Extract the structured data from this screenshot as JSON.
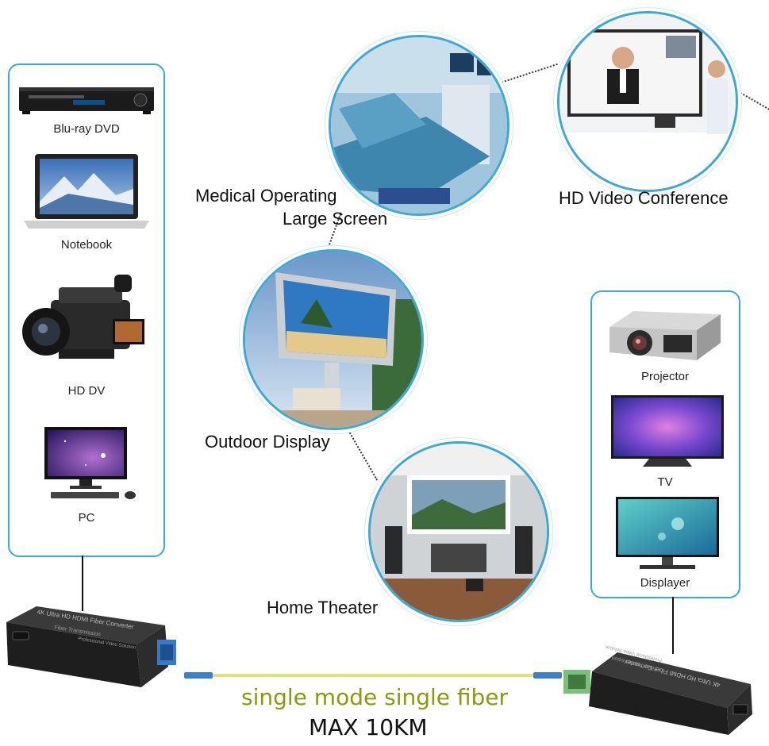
{
  "sources": {
    "items": [
      {
        "label": "Blu-ray DVD",
        "icon": "bluray-player-icon"
      },
      {
        "label": "Notebook",
        "icon": "laptop-icon"
      },
      {
        "label": "HD DV",
        "icon": "camcorder-icon"
      },
      {
        "label": "PC",
        "icon": "desktop-pc-icon"
      }
    ]
  },
  "displays": {
    "items": [
      {
        "label": "Projector",
        "icon": "projector-icon"
      },
      {
        "label": "TV",
        "icon": "tv-icon"
      },
      {
        "label": "Displayer",
        "icon": "monitor-icon"
      }
    ]
  },
  "scenes": {
    "medical_line1": "Medical Operating",
    "medical_line2": "Large Screen",
    "conference": "HD Video Conference",
    "outdoor": "Outdoor Display",
    "theater": "Home Theater"
  },
  "converter_text": {
    "line1": "4K Ultra HD HDMI Fiber Converter",
    "line2": "Fiber Transmission",
    "line3": "Professional Video Solution"
  },
  "fiber": {
    "caption": "single mode single fiber",
    "distance": "MAX 10KM"
  },
  "colors": {
    "accent": "#3aa9d6",
    "fiber_caption": "#8a9a10",
    "cable": "#e8e070"
  }
}
